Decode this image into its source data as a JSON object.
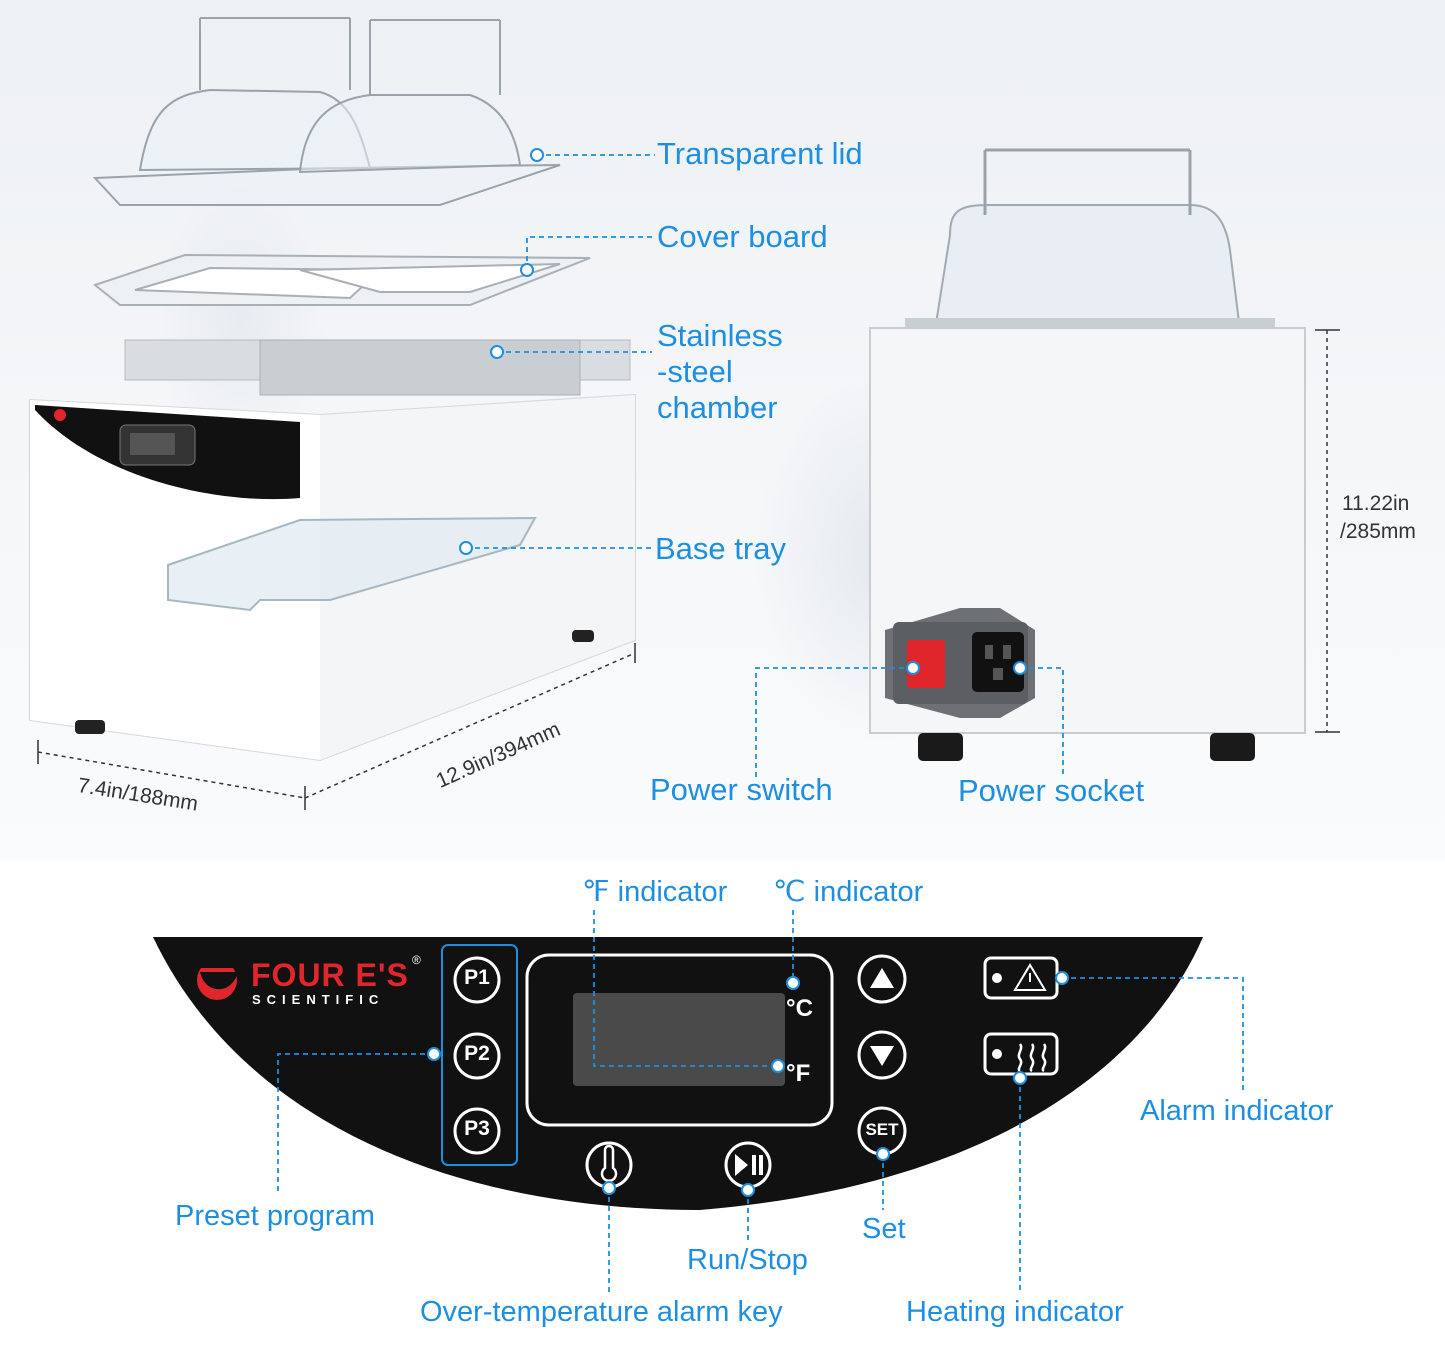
{
  "labels": {
    "transparent_lid": "Transparent lid",
    "cover_board": "Cover board",
    "chamber_l1": "Stainless",
    "chamber_l2": "-steel",
    "chamber_l3": "chamber",
    "base_tray": "Base tray",
    "power_switch": "Power switch",
    "power_socket": "Power socket",
    "f_indicator": "℉ indicator",
    "c_indicator": "℃ indicator",
    "alarm_indicator": "Alarm indicator",
    "preset_program": "Preset program",
    "set": "Set",
    "run_stop": "Run/Stop",
    "over_temp_key": "Over-temperature alarm key",
    "heating_indicator": "Heating indicator"
  },
  "dimensions": {
    "width": "7.4in/188mm",
    "length": "12.9in/394mm",
    "height_l1": "11.22in",
    "height_l2": "/285mm"
  },
  "panel": {
    "brand": "FOUR E'S",
    "brand_sub": "SCIENTIFIC",
    "registered": "®",
    "p1": "P1",
    "p2": "P2",
    "p3": "P3",
    "unit_c": "°C",
    "unit_f": "°F",
    "set_key": "SET"
  },
  "colors": {
    "accent": "#1e8fe0",
    "panel": "#111111",
    "brand_red": "#e1262b",
    "switch_red": "#e0262a"
  }
}
